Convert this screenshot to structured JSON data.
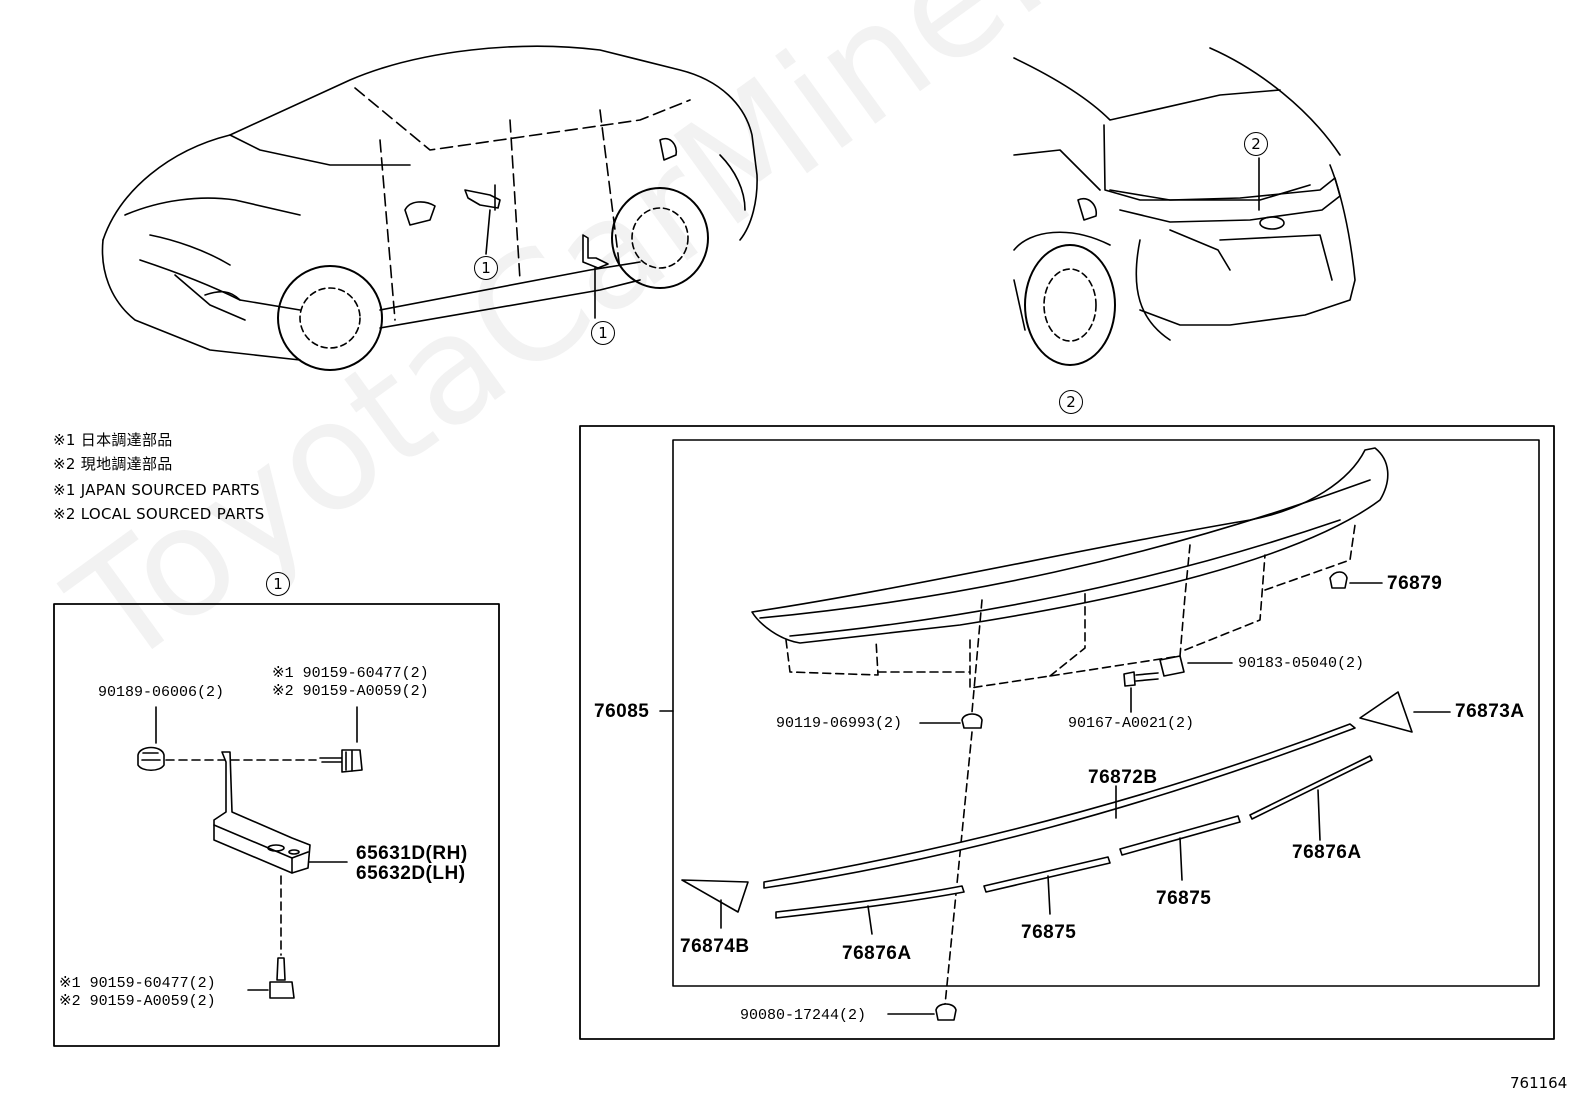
{
  "watermark": "ToyotaCarMine.ru",
  "legend": {
    "jp1": "※1 日本調達部品",
    "jp2": "※2 現地調達部品",
    "en1": "※1 JAPAN SOURCED PARTS",
    "en2": "※2 LOCAL SOURCED PARTS"
  },
  "callouts": {
    "c1_car_a": "1",
    "c1_car_b": "1",
    "c2_car": "2",
    "c2_panel": "2",
    "c1_panel": "1"
  },
  "panel1": {
    "p90189": "90189-06006(2)",
    "p1_top_a": "※1 90159-60477(2)",
    "p1_top_b": "※2 90159-A0059(2)",
    "p65631": "65631D(RH)",
    "p65632": "65632D(LH)",
    "p1_bot_a": "※1 90159-60477(2)",
    "p1_bot_b": "※2 90159-A0059(2)"
  },
  "panel2": {
    "p76879": "76879",
    "p90183": "90183-05040(2)",
    "p76085": "76085",
    "p90119": "90119-06993(2)",
    "p90167": "90167-A0021(2)",
    "p76873A": "76873A",
    "p76872B": "76872B",
    "p76876A_r": "76876A",
    "p76875_r": "76875",
    "p76875_m": "76875",
    "p76876A_l": "76876A",
    "p76874B": "76874B",
    "p90080": "90080-17244(2)"
  },
  "diagram_id": "761164"
}
